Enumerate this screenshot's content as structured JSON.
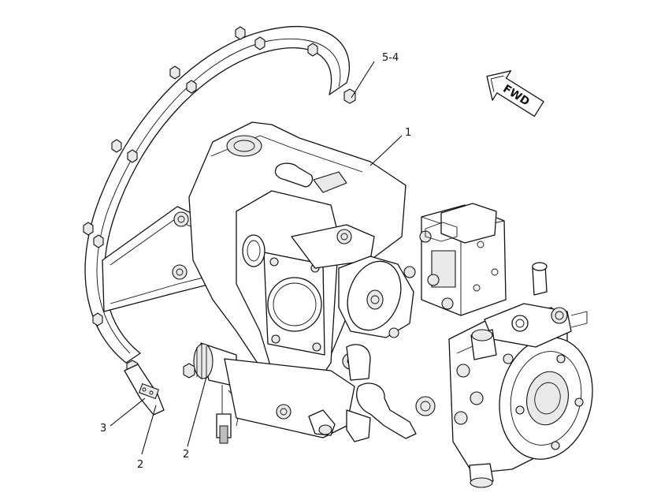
{
  "diagram": {
    "callouts": [
      {
        "id": "callout-5-4",
        "text": "5-4"
      },
      {
        "id": "callout-1",
        "text": "1"
      },
      {
        "id": "callout-3",
        "text": "3"
      },
      {
        "id": "callout-2-left",
        "text": "2"
      },
      {
        "id": "callout-2-right",
        "text": "2"
      }
    ],
    "direction_arrow": {
      "text": "FWD"
    },
    "icons": [
      "fwd-arrow-icon"
    ]
  }
}
